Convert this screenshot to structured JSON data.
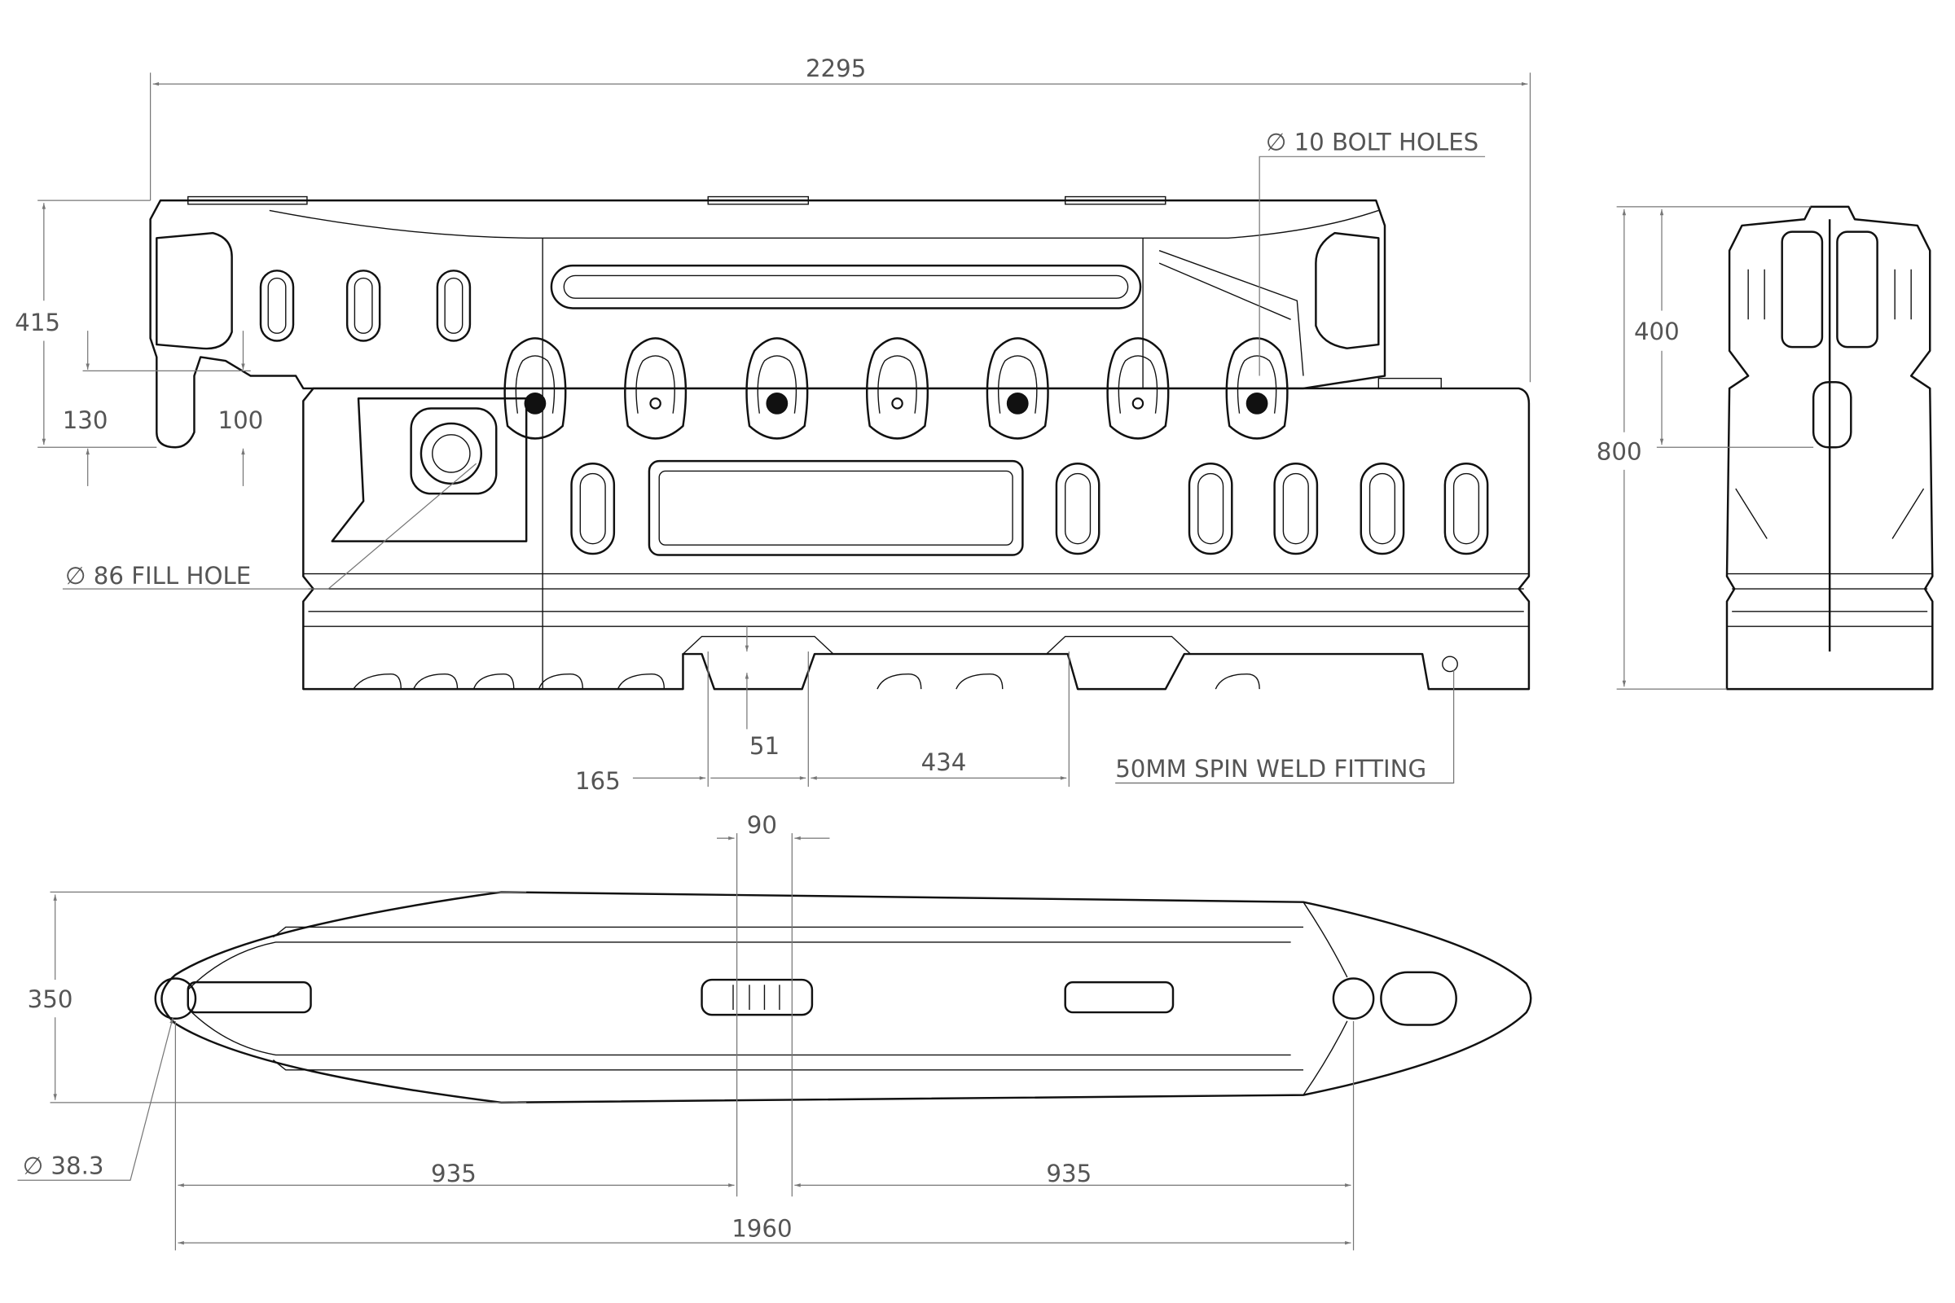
{
  "drawing": {
    "overall_length": "2295",
    "bolt_holes": "∅ 10 BOLT HOLES",
    "front_height_upper": "415",
    "lug_height": "130",
    "lug_offset": "100",
    "side_upper_height": "400",
    "side_total_height": "800",
    "fill_hole": "∅ 86 FILL HOLE",
    "notch_depth": "51",
    "notch_width": "165",
    "notch_spacing": "434",
    "spin_weld": "50MM SPIN WELD FITTING",
    "center_gap": "90",
    "top_width": "350",
    "pin_diameter": "∅ 38.3",
    "half_span_left": "935",
    "half_span_right": "935",
    "pin_span": "1960"
  }
}
